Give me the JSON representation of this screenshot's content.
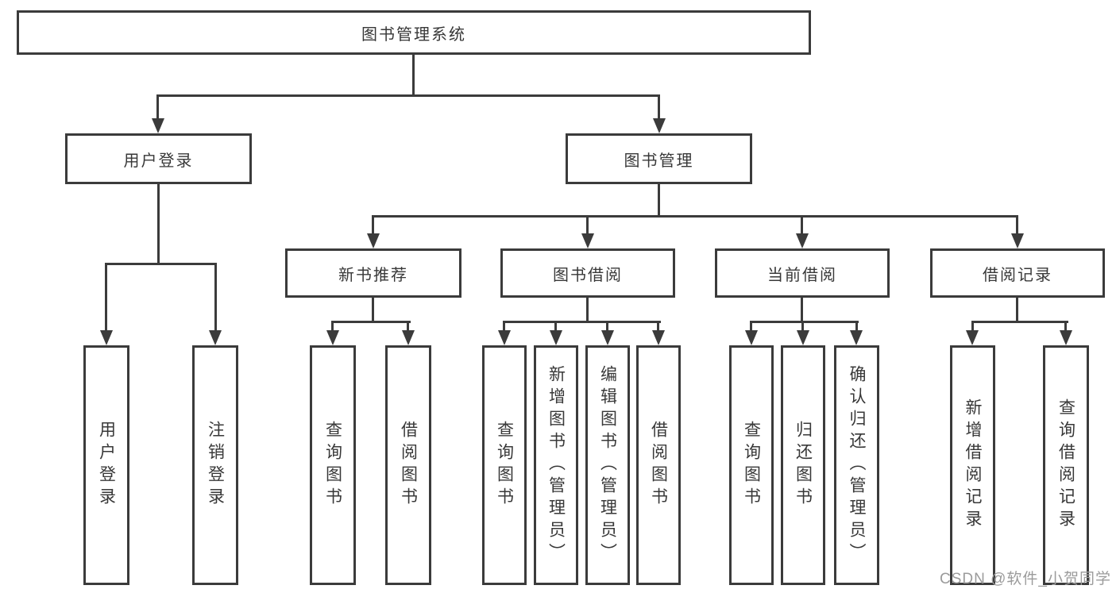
{
  "watermark": "CSDN @软件_小贺同学",
  "colors": {
    "line": "#3b3b3b",
    "text": "#383838",
    "background": "#ffffff",
    "watermark": "#9b9b9b"
  },
  "tree": {
    "root": "图书管理系统",
    "branches": [
      {
        "label": "用户登录",
        "leaves": [
          "用户登录",
          "注销登录"
        ]
      },
      {
        "label": "图书管理",
        "groups": [
          {
            "label": "新书推荐",
            "leaves": [
              "查询图书",
              "借阅图书"
            ]
          },
          {
            "label": "图书借阅",
            "leaves": [
              "查询图书",
              "新增图书（管理员）",
              "编辑图书（管理员）",
              "借阅图书"
            ]
          },
          {
            "label": "当前借阅",
            "leaves": [
              "查询图书",
              "归还图书",
              "确认归还（管理员）"
            ]
          },
          {
            "label": "借阅记录",
            "leaves": [
              "新增借阅记录",
              "查询借阅记录"
            ]
          }
        ]
      }
    ]
  }
}
